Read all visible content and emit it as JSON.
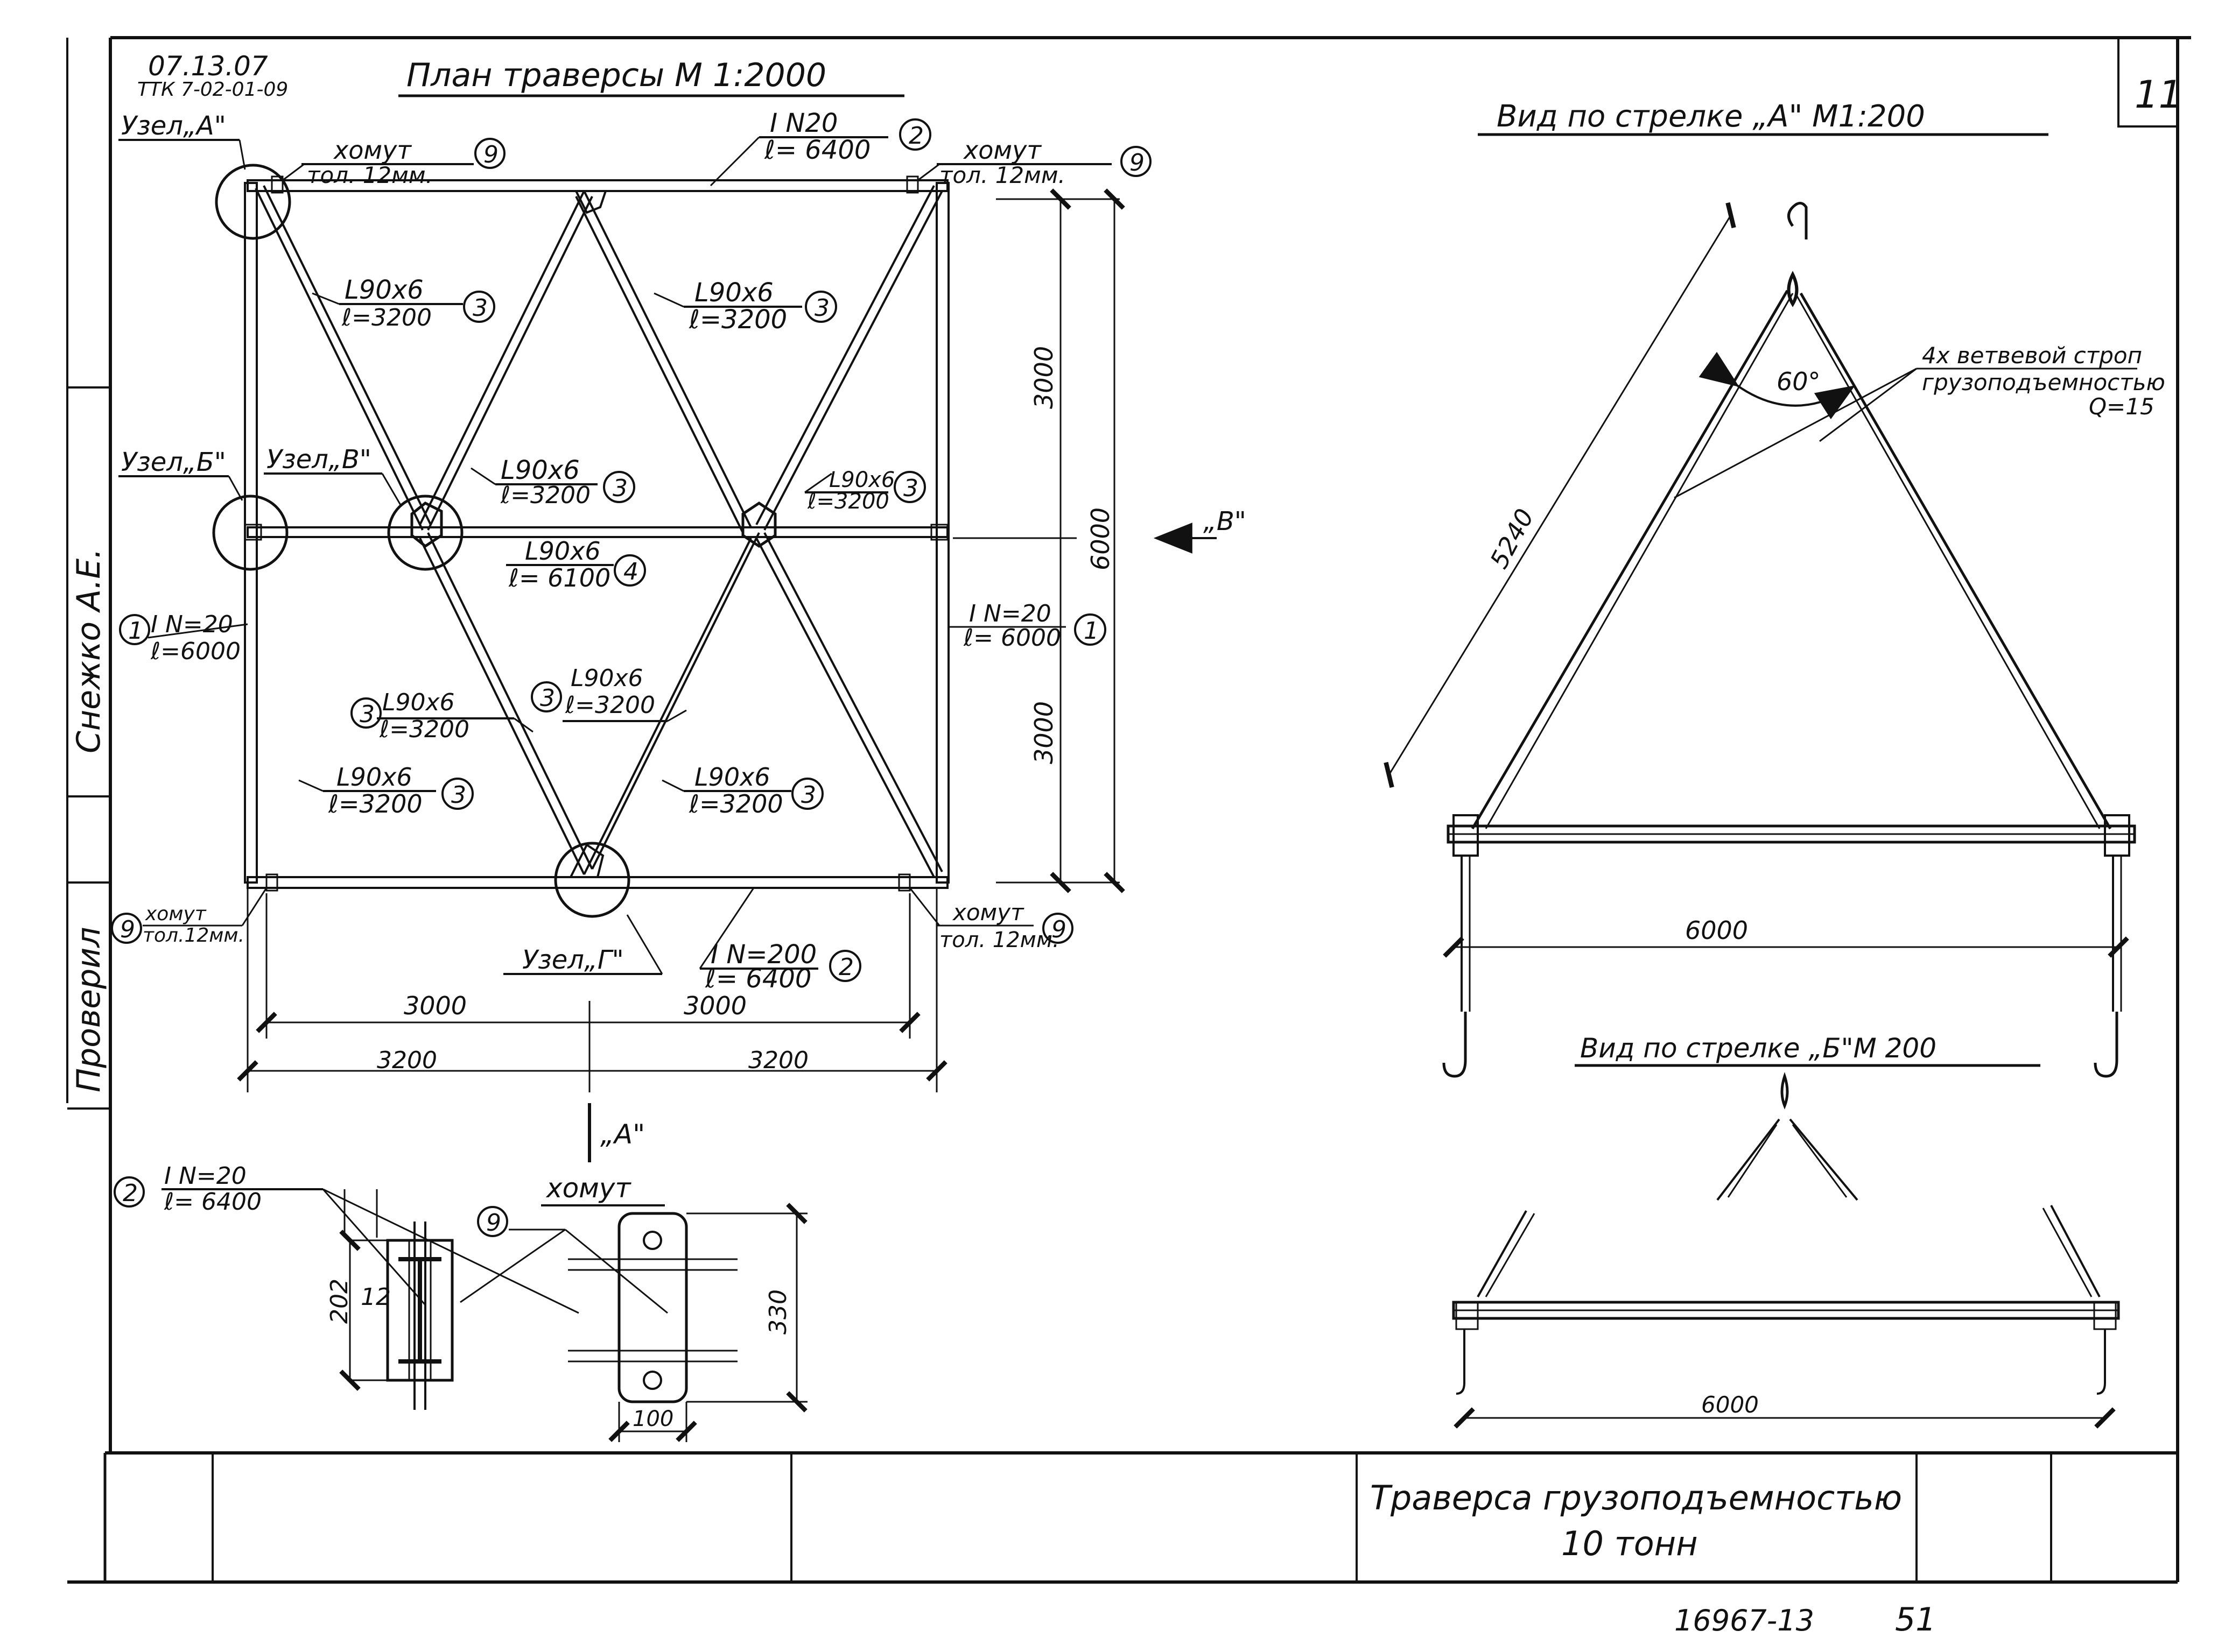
{
  "header": {
    "doc_code_line1": "07.13.07",
    "doc_code_line2": "ТТК 7-02-01-09",
    "sheet_number": "11"
  },
  "side_stamp": {
    "name": "Снежко А.Е.",
    "role": "Проверил"
  },
  "plan": {
    "title": "План траверсы М 1:2000",
    "nodes": {
      "a": "Узел„А\"",
      "b": "Узел„Б\"",
      "v": "Узел„В\"",
      "g": "Узел„Г\""
    },
    "clamp": {
      "label": "хомут",
      "thickness": "тол. 12мм.",
      "thickness_alt": "тол.12мм.",
      "mark": "9"
    },
    "beam_top": {
      "profile": "I N20",
      "length": "ℓ= 6400",
      "mark": "2"
    },
    "beam_bottom": {
      "profile": "I N=200",
      "length": "ℓ= 6400",
      "mark": "2"
    },
    "beam_left": {
      "profile": "I N=20",
      "length": "ℓ=6000",
      "mark": "1"
    },
    "beam_right": {
      "profile": "I N=20",
      "length": "ℓ= 6000",
      "mark": "1"
    },
    "brace": {
      "profile": "L90x6",
      "length": "ℓ=3200",
      "mark": "3"
    },
    "brace_mid": {
      "profile": "L90x6",
      "length": "ℓ= 6100",
      "mark": "4"
    },
    "dims": {
      "half_span": "3000",
      "half_length": "3200",
      "height": "6000",
      "half_height": "3000"
    },
    "arrow_v": "„В\"",
    "arrow_a": "„А\""
  },
  "view_a": {
    "title": "Вид по стрелке „А\" М1:200",
    "angle": "60°",
    "sling_line1": "4х ветвевой строп",
    "sling_line2": "грузоподъемностью",
    "sling_line3": "Q=15",
    "sling_length": "5240",
    "span": "6000"
  },
  "view_b": {
    "title": "Вид по стрелке „Б\"М 200",
    "span": "6000"
  },
  "section": {
    "profile": "I N=20",
    "length": "ℓ= 6400",
    "mark_beam": "2",
    "mark_clamp": "9",
    "clamp_title": "хомут",
    "dim_height": "202",
    "dim_thk": "12",
    "dim_clamp_h": "330",
    "dim_clamp_w": "100"
  },
  "title_block": {
    "title_line1": "Траверса грузоподъемностью",
    "title_line2": "10 тонн",
    "drawing_no": "16967-13",
    "page": "51"
  }
}
